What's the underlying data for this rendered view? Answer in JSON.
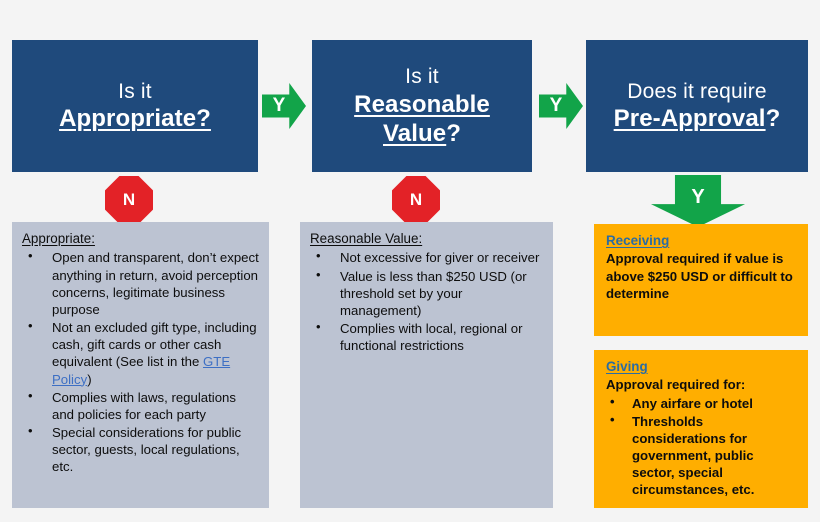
{
  "colors": {
    "background": "#f4f4f4",
    "decision_box": "#1f4a7c",
    "yes_arrow": "#12a449",
    "no_octagon": "#e32227",
    "gray_panel": "#bcc3d2",
    "orange_panel": "#ffae00",
    "link_blue": "#3d6fc4",
    "orange_heading_blue": "#2b6ca3"
  },
  "decisions": [
    {
      "id": "appropriate",
      "line1": "Is it",
      "line2_underlined": "Appropriate?",
      "line2_plain": ""
    },
    {
      "id": "reasonable-value",
      "line1": "Is it",
      "line2_underlined": "Reasonable",
      "line3_underlined": "Value",
      "line3_plain": "?"
    },
    {
      "id": "pre-approval",
      "line1": "Does it require",
      "line2_underlined": "Pre-Approval",
      "line2_plain": "?"
    }
  ],
  "connectors": {
    "yes_label": "Y",
    "no_label": "N",
    "yes_1": "Y",
    "yes_2": "Y",
    "yes_3": "Y",
    "no_1": "N",
    "no_2": "N"
  },
  "panels": {
    "appropriate": {
      "heading": "Appropriate:",
      "bullets": [
        "Open and transparent, don’t expect anything in return, avoid perception concerns, legitimate business purpose",
        "Complies with laws, regulations and policies for each party",
        "Special considerations for public sector, guests, local regulations, etc."
      ],
      "bullet_with_link": {
        "before": "Not an excluded gift type, including cash, gift cards or other cash equivalent (See list in the ",
        "link_text": "GTE Policy",
        "after": ")"
      }
    },
    "reasonable_value": {
      "heading": "Reasonable Value:",
      "bullets": [
        "Not excessive for giver or receiver",
        "Value is less than $250 USD (or threshold set by your management)",
        "Complies with local, regional or functional restrictions"
      ]
    },
    "receiving": {
      "heading": "Receiving",
      "body": "Approval required if value is above $250 USD or difficult to determine"
    },
    "giving": {
      "heading": "Giving",
      "intro": "Approval required for:",
      "bullets": [
        "Any airfare or hotel",
        "Thresholds considerations for government, public sector, special circumstances, etc."
      ]
    }
  }
}
